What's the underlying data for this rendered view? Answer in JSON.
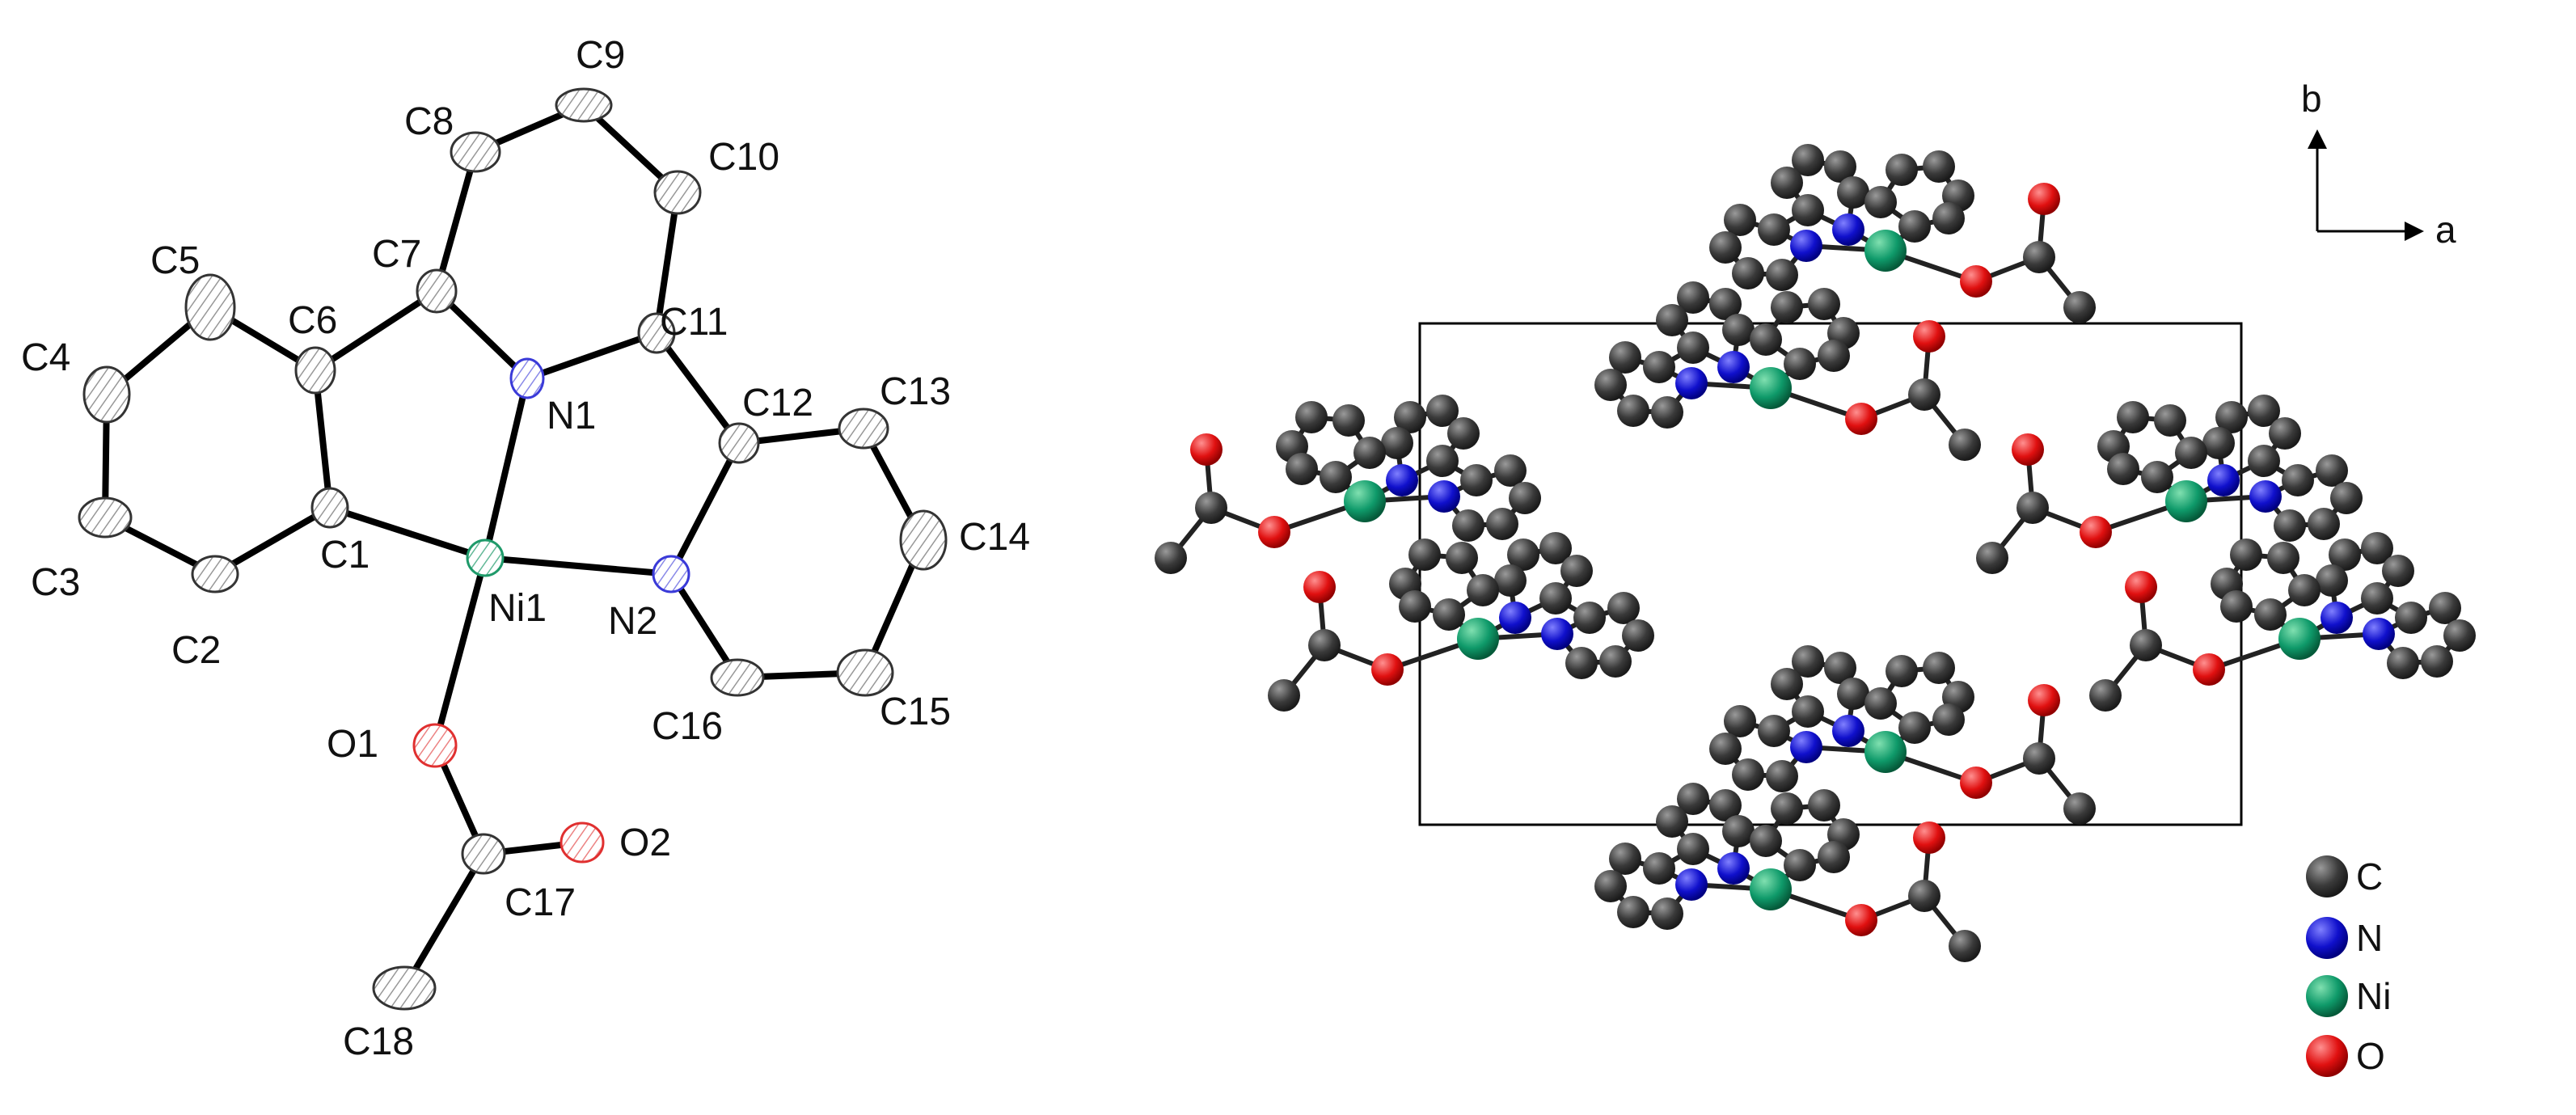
{
  "ortep": {
    "atoms": [
      {
        "label": "C1",
        "color": "#555555"
      },
      {
        "label": "C2",
        "color": "#555555"
      },
      {
        "label": "C3",
        "color": "#555555"
      },
      {
        "label": "C4",
        "color": "#555555"
      },
      {
        "label": "C5",
        "color": "#555555"
      },
      {
        "label": "C6",
        "color": "#555555"
      },
      {
        "label": "C7",
        "color": "#555555"
      },
      {
        "label": "C8",
        "color": "#555555"
      },
      {
        "label": "C9",
        "color": "#555555"
      },
      {
        "label": "C10",
        "color": "#555555"
      },
      {
        "label": "C11",
        "color": "#555555"
      },
      {
        "label": "C12",
        "color": "#555555"
      },
      {
        "label": "C13",
        "color": "#555555"
      },
      {
        "label": "C14",
        "color": "#555555"
      },
      {
        "label": "C15",
        "color": "#555555"
      },
      {
        "label": "C16",
        "color": "#555555"
      },
      {
        "label": "C17",
        "color": "#555555"
      },
      {
        "label": "C18",
        "color": "#555555"
      },
      {
        "label": "N1",
        "color": "#3a3ad8"
      },
      {
        "label": "N2",
        "color": "#3a3ad8"
      },
      {
        "label": "Ni1",
        "color": "#1f9a6a"
      },
      {
        "label": "O1",
        "color": "#e03030"
      },
      {
        "label": "O2",
        "color": "#e03030"
      }
    ]
  },
  "packing": {
    "axis_b": "b",
    "axis_a": "a"
  },
  "legend": [
    {
      "element": "C",
      "color": "#333333"
    },
    {
      "element": "N",
      "color": "#1010cc"
    },
    {
      "element": "Ni",
      "color": "#0f9a6a"
    },
    {
      "element": "O",
      "color": "#e01010"
    }
  ]
}
